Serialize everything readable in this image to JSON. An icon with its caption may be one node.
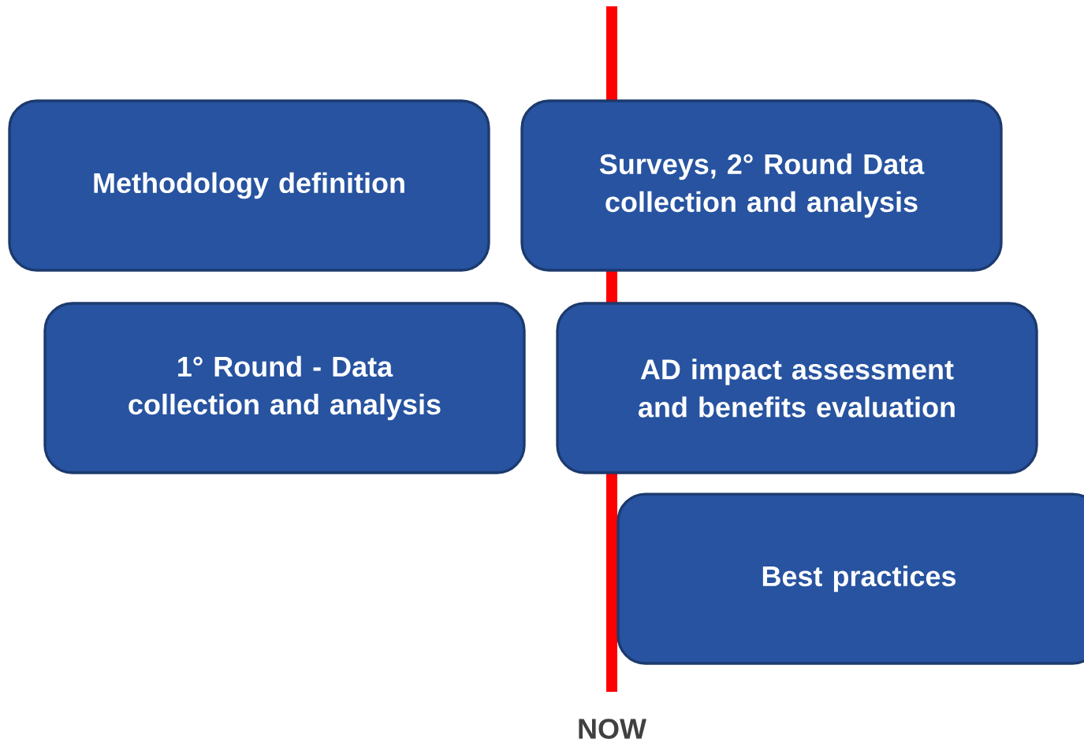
{
  "diagram": {
    "nodes": [
      {
        "text": [
          "Methodology definition"
        ]
      },
      {
        "text": [
          "Surveys, 2° Round Data collection and analysis"
        ]
      },
      {
        "text": [
          "1° Round - Data collection and analysis"
        ]
      },
      {
        "text": [
          "AD impact assessment and benefits evaluation"
        ]
      },
      {
        "text": [
          "Best practices"
        ]
      }
    ],
    "edges": [],
    "labels": [
      "NOW"
    ]
  }
}
